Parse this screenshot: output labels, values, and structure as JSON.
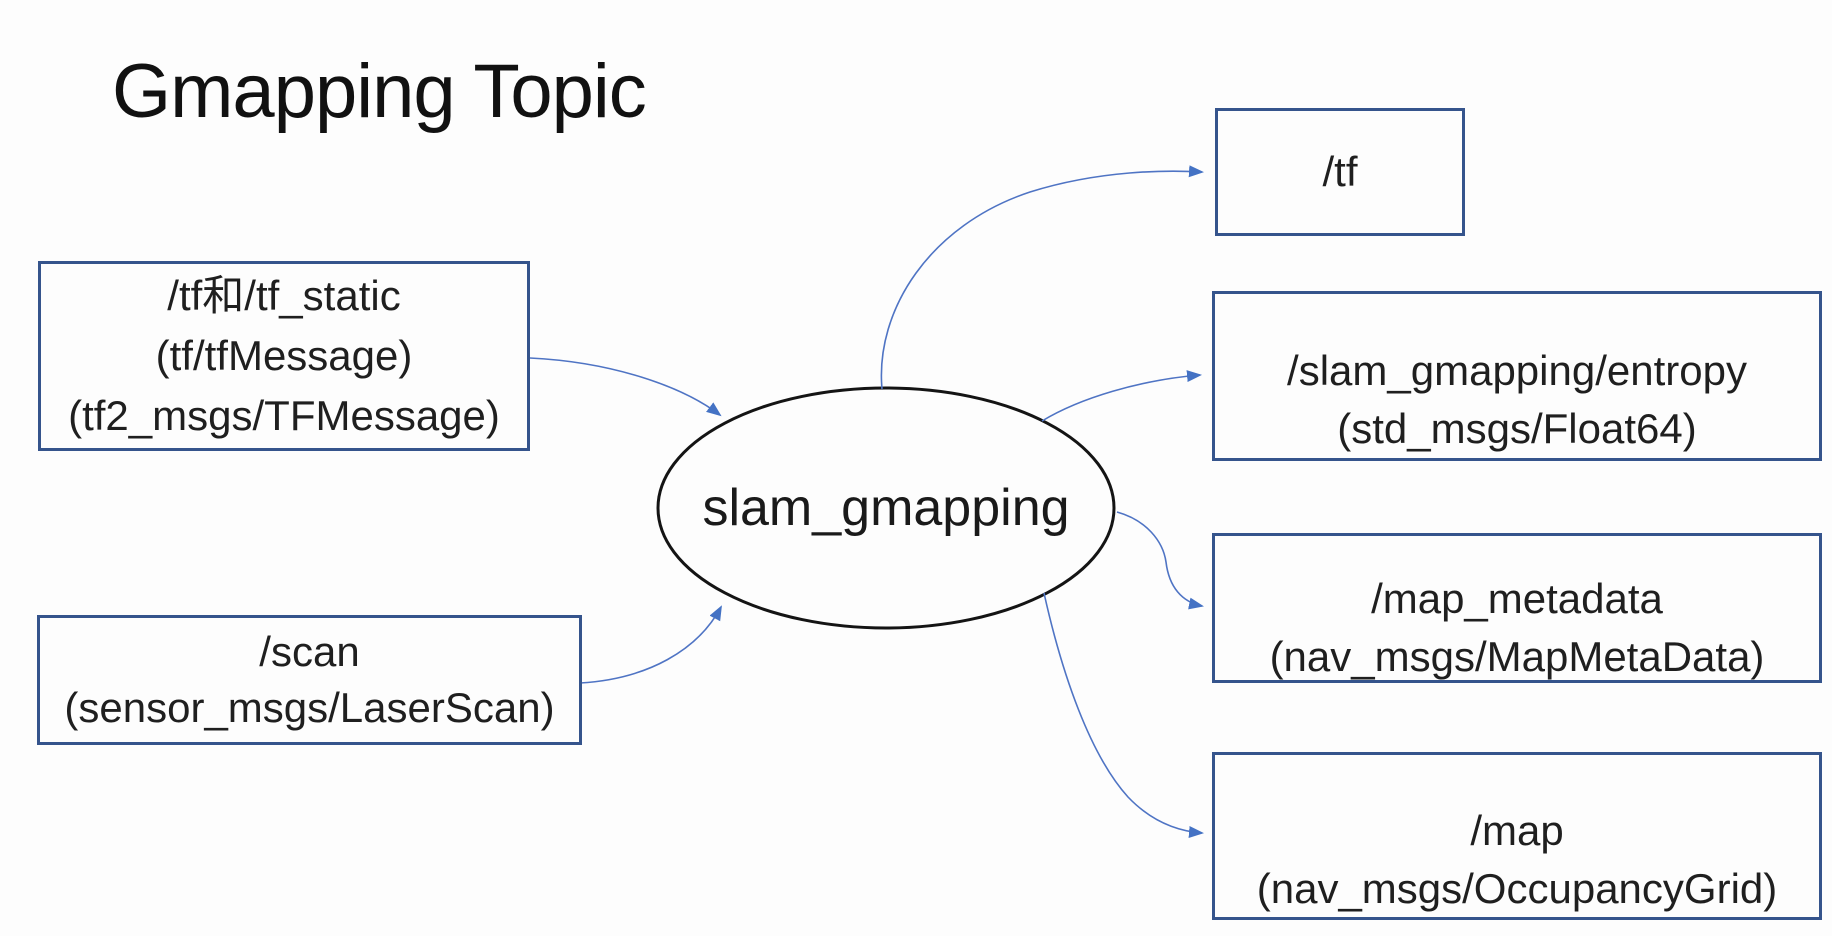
{
  "title": "Gmapping Topic",
  "diagram": {
    "center_node": {
      "label": "slam_gmapping",
      "shape": "ellipse"
    },
    "inputs": [
      {
        "id": "tf-static",
        "lines": [
          "/tf和/tf_static",
          "(tf/tfMessage)",
          "(tf2_msgs/TFMessage)"
        ]
      },
      {
        "id": "scan",
        "lines": [
          "/scan",
          "(sensor_msgs/LaserScan)"
        ]
      }
    ],
    "outputs": [
      {
        "id": "tf",
        "lines": [
          "/tf"
        ]
      },
      {
        "id": "entropy",
        "lines": [
          "/slam_gmapping/entropy",
          "(std_msgs/Float64)"
        ]
      },
      {
        "id": "map-metadata",
        "lines": [
          "/map_metadata",
          "(nav_msgs/MapMetaData)"
        ]
      },
      {
        "id": "map",
        "lines": [
          "/map",
          "(nav_msgs/OccupancyGrid)"
        ]
      }
    ],
    "edges": [
      {
        "from": "tf-static",
        "to": "slam_gmapping"
      },
      {
        "from": "scan",
        "to": "slam_gmapping"
      },
      {
        "from": "slam_gmapping",
        "to": "tf"
      },
      {
        "from": "slam_gmapping",
        "to": "entropy"
      },
      {
        "from": "slam_gmapping",
        "to": "map-metadata"
      },
      {
        "from": "slam_gmapping",
        "to": "map"
      }
    ],
    "colors": {
      "box_border": "#35548c",
      "arrow": "#4f74c4",
      "arrowhead": "#4472c4",
      "ellipse_border": "#141414",
      "text": "#1f1f1f",
      "background": "#fdfdfd"
    }
  }
}
